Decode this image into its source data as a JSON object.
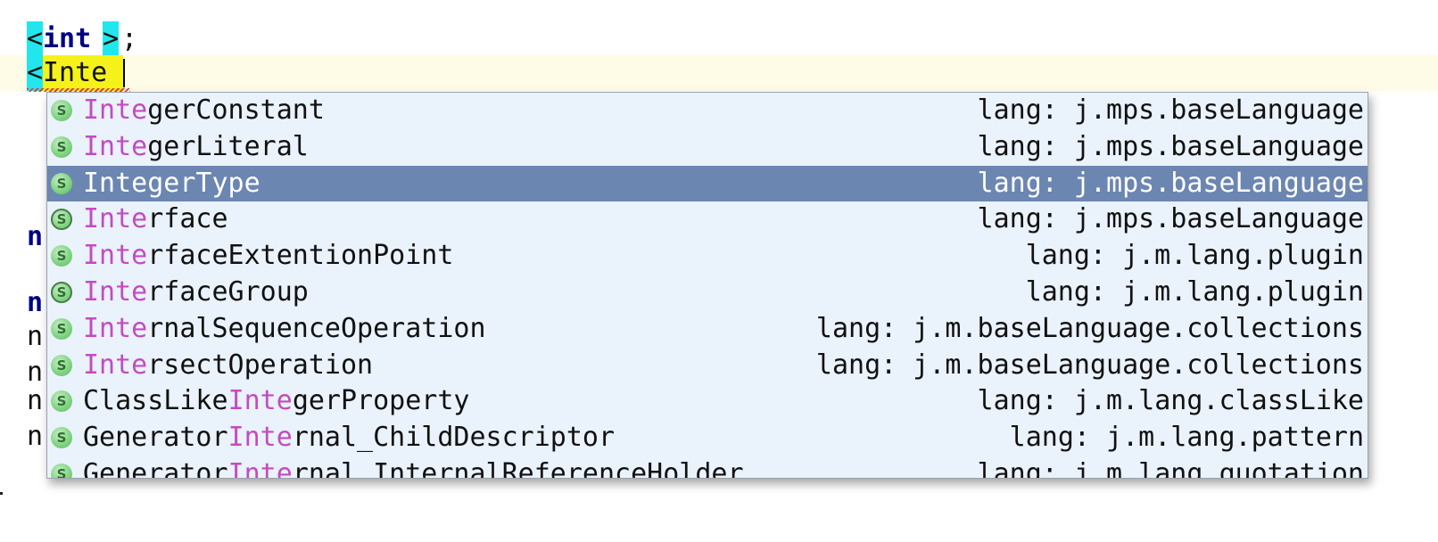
{
  "editor": {
    "line1": {
      "open": "<",
      "keyword": "int",
      "close": ">",
      "tail": ";"
    },
    "line2": {
      "open": "<",
      "typed": "Inte"
    },
    "margin_chars": [
      "n",
      "n",
      "n",
      "n",
      "n",
      "n"
    ]
  },
  "completion": {
    "lang_prefix": "lang: ",
    "items": [
      {
        "match": "Inte",
        "rest": "gerConstant",
        "lang": "j.mps.baseLanguage"
      },
      {
        "match": "Inte",
        "rest": "gerLiteral",
        "lang": "j.mps.baseLanguage"
      },
      {
        "match": "Inte",
        "rest": "gerType",
        "lang": "j.mps.baseLanguage"
      },
      {
        "match": "Inte",
        "rest": "rface",
        "lang": "j.mps.baseLanguage"
      },
      {
        "match": "Inte",
        "rest": "rfaceExtentionPoint",
        "lang": "j.m.lang.plugin"
      },
      {
        "match": "Inte",
        "rest": "rfaceGroup",
        "lang": "j.m.lang.plugin"
      },
      {
        "match": "Inte",
        "rest": "rnalSequenceOperation",
        "lang": "j.m.baseLanguage.collections"
      },
      {
        "match": "Inte",
        "rest": "rsectOperation",
        "lang": "j.m.baseLanguage.collections"
      },
      {
        "pre": "ClassLike",
        "match": "Inte",
        "rest": "gerProperty",
        "lang": "j.m.lang.classLike"
      },
      {
        "pre": "Generator",
        "match": "Inte",
        "rest": "rnal_ChildDescriptor",
        "lang": "j.m.lang.pattern"
      },
      {
        "pre": "Generator",
        "match": "Inte",
        "rest": "rnal_InternalReferenceHolder",
        "lang": "j.m.lang.quotation"
      }
    ],
    "selected_index": 2,
    "icon_letter": "S"
  },
  "colors": {
    "match_highlight": "#c24cc0",
    "selection": "#6c86b2",
    "popup_bg": "#eaf2fb",
    "bracket_highlight": "#22e6ee",
    "typed_highlight": "#f5f21a"
  }
}
